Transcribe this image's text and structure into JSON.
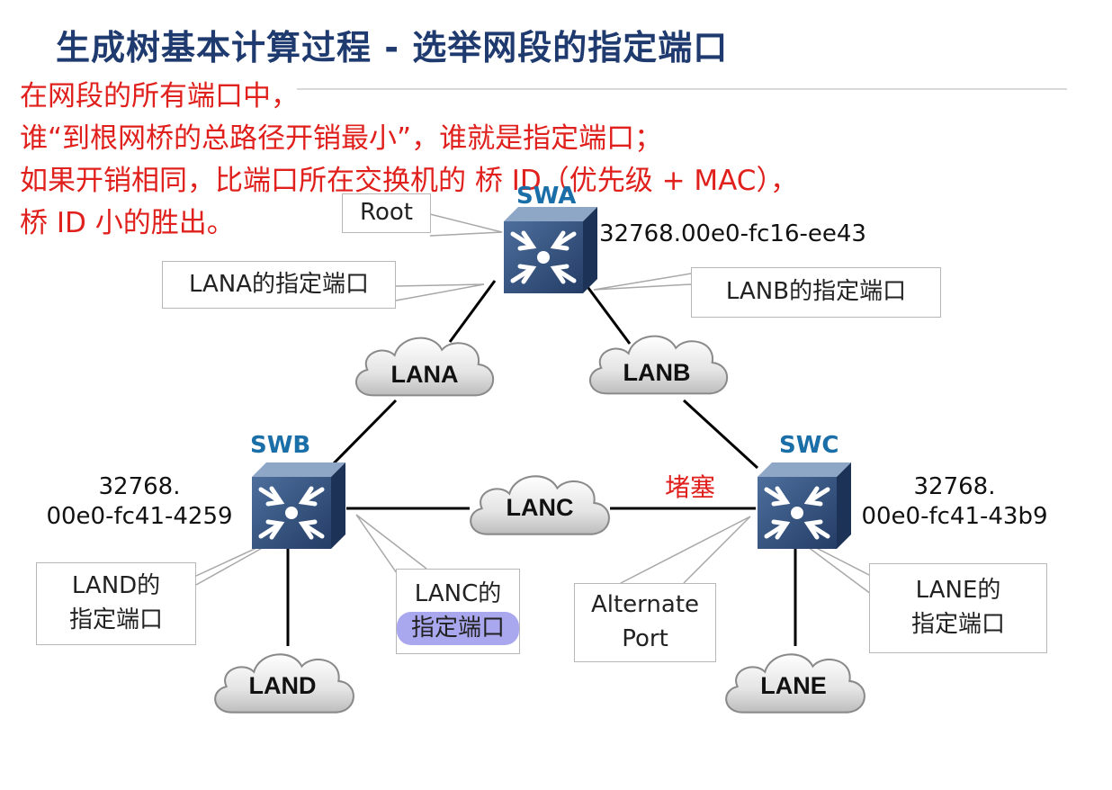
{
  "title": "生成树基本计算过程 - 选举网段的指定端口",
  "rules": [
    "在网段的所有端口中，",
    "谁“到根网桥的总路径开销最小”，谁就是指定端口；",
    "如果开销相同，比端口所在交换机的 桥 ID（优先级 + MAC），",
    "桥 ID 小的胜出。"
  ],
  "switches": {
    "swa": {
      "name": "SWA",
      "bridge_id": "32768.00e0-fc16-ee43"
    },
    "swb": {
      "name": "SWB",
      "bridge_id_line1": "32768.",
      "bridge_id_line2": "00e0-fc41-4259"
    },
    "swc": {
      "name": "SWC",
      "bridge_id_line1": "32768.",
      "bridge_id_line2": "00e0-fc41-43b9"
    }
  },
  "segments": {
    "lana": "LANA",
    "lanb": "LANB",
    "lanc": "LANC",
    "land": "LAND",
    "lane": "LANE"
  },
  "callouts": {
    "root": "Root",
    "lana_designated": "LANA的指定端口",
    "lanb_designated": "LANB的指定端口",
    "land_line1": "LAND的",
    "land_line2": "指定端口",
    "lanc_line1": "LANC的",
    "lanc_line2": "指定端口",
    "alternate_line1": "Alternate",
    "alternate_line2": "Port",
    "lane_line1": "LANE的",
    "lane_line2": "指定端口"
  },
  "blocked_label": "堵塞",
  "colors": {
    "title": "#1f3a6e",
    "rule_text": "#e0201c",
    "switch_name": "#1b6fa8",
    "highlight": "#a9a8ee"
  }
}
